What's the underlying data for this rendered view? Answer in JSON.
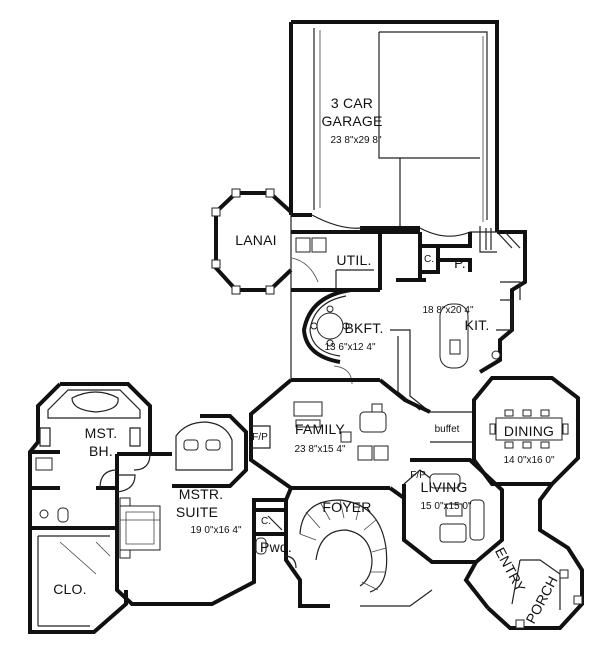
{
  "rooms": {
    "garage": {
      "name_line1": "3 CAR",
      "name_line2": "GARAGE",
      "dim": "23 8\"x29 8\""
    },
    "lanai": {
      "name": "LANAI"
    },
    "util": {
      "name": "UTIL."
    },
    "closet_c_kit": {
      "name": "C."
    },
    "pantry": {
      "name": "P."
    },
    "bkft": {
      "name": "BKFT.",
      "dim": "13 6\"x12 4\""
    },
    "kit": {
      "name": "KIT.",
      "dim": "18 8\"x20 4\""
    },
    "mst_bh": {
      "name_line1": "MST.",
      "name_line2": "BH."
    },
    "family": {
      "name": "FAMILY",
      "dim": "23 8\"x15 4\""
    },
    "fp_family": {
      "name": "F/P"
    },
    "buffet": {
      "name": "buffet"
    },
    "dining": {
      "name": "DINING",
      "dim": "14 0\"x16 0\""
    },
    "mstr_suite": {
      "name_line1": "MSTR.",
      "name_line2": "SUITE",
      "dim": "19 0\"x16 4\""
    },
    "foyer": {
      "name": "FOYER"
    },
    "fp_living": {
      "name": "F/P"
    },
    "living": {
      "name": "LIVING",
      "dim": "15 0\"x15 0\""
    },
    "closet_c_pwd": {
      "name": "C."
    },
    "pwd": {
      "name": "Pwd."
    },
    "clo": {
      "name": "CLO."
    },
    "entry": {
      "name": "ENTRY"
    },
    "porch": {
      "name": "PORCH"
    }
  }
}
